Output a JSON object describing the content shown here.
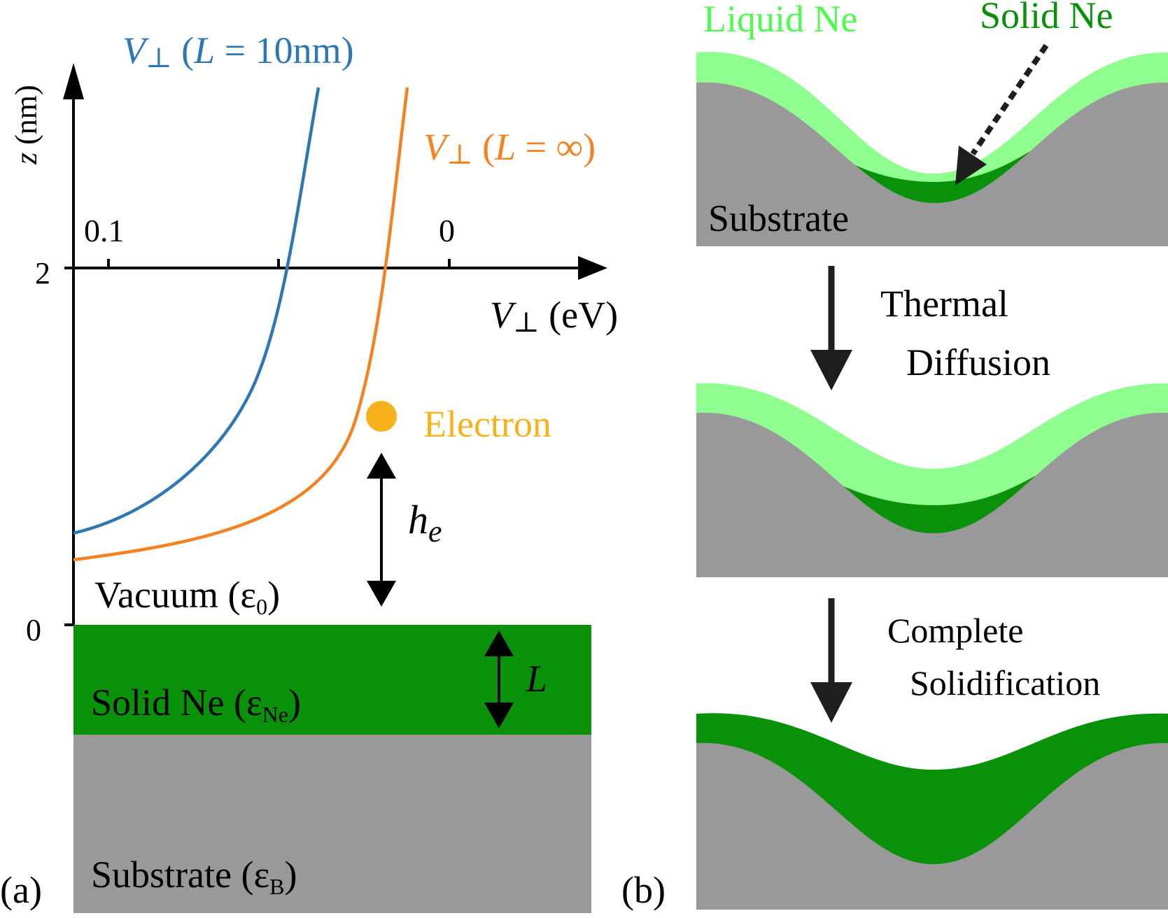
{
  "colors": {
    "blue_curve": "#2d78b4",
    "orange_curve": "#f58220",
    "electron": "#f7b21b",
    "solid_ne": "#099109",
    "liquid_ne": "#8fff8f",
    "liquid_ne_label": "#4dfa4d",
    "solid_ne_label": "#0a8f0a",
    "substrate": "#999999",
    "axis": "#000000",
    "arrow": "#1e1e1e"
  },
  "panel_a": {
    "label": "(a)",
    "y_axis": {
      "label_var": "z",
      "label_unit": " (nm)",
      "tick_2": "2",
      "tick_0": "0"
    },
    "x_axis": {
      "label_var": "V",
      "label_sub": "⊥",
      "label_unit": " (eV)",
      "tick_01": "0.1",
      "tick_0": "0"
    },
    "curve_10nm": {
      "var": "V",
      "sub": "⊥",
      "open": " (",
      "L": "L",
      "rest": " = 10nm)"
    },
    "curve_inf": {
      "var": "V",
      "sub": "⊥",
      "open": " (",
      "L": "L",
      "rest": " = ∞)"
    },
    "electron_label": "Electron",
    "height_label": "h",
    "height_sub": "e",
    "thickness_label": "L",
    "vacuum": {
      "text": "Vacuum (ε",
      "sub": "0",
      "close": ")"
    },
    "solid_ne": {
      "text": "Solid Ne (ε",
      "sub": "Ne",
      "close": ")"
    },
    "substrate": {
      "text": "Substrate (ε",
      "sub": "B",
      "close": ")"
    }
  },
  "panel_b": {
    "label": "(b)",
    "liquid_ne_label": "Liquid Ne",
    "solid_ne_label": "Solid Ne",
    "substrate_label": "Substrate",
    "step1": {
      "line1": "Thermal",
      "line2": "Diffusion"
    },
    "step2": {
      "line1": "Complete",
      "line2": "Solidification"
    }
  }
}
